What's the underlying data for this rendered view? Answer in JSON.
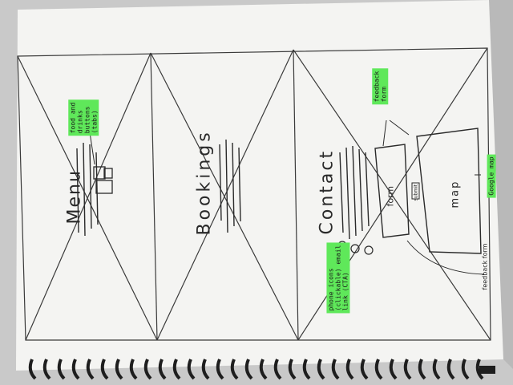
{
  "columns": {
    "menu_label": "Menu",
    "bookings_label": "Bookings",
    "contact_label": "Contact"
  },
  "menu_note": {
    "lines": [
      "food and",
      "drinks",
      "buttons",
      "(tabs)"
    ]
  },
  "contact": {
    "form_label": "form",
    "submit_label": "submit",
    "map_label": "map"
  },
  "annotations": {
    "feedback_form": [
      "feedback",
      "form"
    ],
    "google_map": "Google map",
    "feedback_form_arrow": "feedback form",
    "phone_icons": [
      "phone",
      "icons",
      "(clickable)",
      "email",
      "link",
      "(CTA)"
    ]
  },
  "colors": {
    "paper": "#f4f4f2",
    "ink": "#3a3a3a",
    "highlighter": "#5fe85a",
    "desk": "#c9c9c9",
    "binding": "#1e1e1e"
  }
}
